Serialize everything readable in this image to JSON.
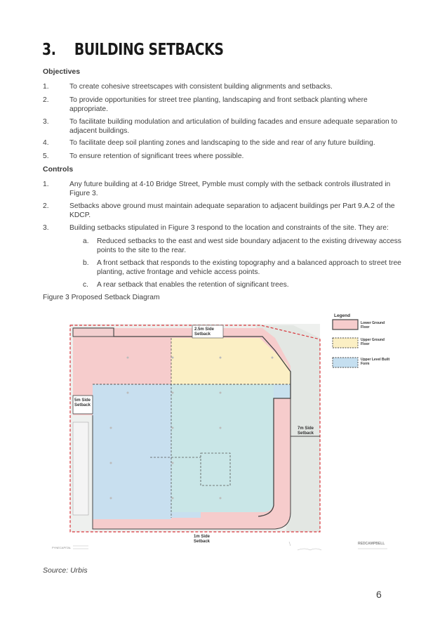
{
  "heading": {
    "number": "3.",
    "title": "BUILDING SETBACKS"
  },
  "objectives": {
    "title": "Objectives",
    "items": [
      {
        "n": "1.",
        "text": "To create cohesive streetscapes with consistent building alignments and setbacks."
      },
      {
        "n": "2.",
        "text": "To provide opportunities for street tree planting, landscaping and front setback planting where appropriate."
      },
      {
        "n": "3.",
        "text": "To facilitate building modulation and articulation of building facades and ensure adequate separation to adjacent buildings."
      },
      {
        "n": "4.",
        "text": "To facilitate deep soil planting zones and landscaping to the side and rear of any future building."
      },
      {
        "n": "5.",
        "text": "To ensure retention of significant trees where possible."
      }
    ]
  },
  "controls": {
    "title": "Controls",
    "items": [
      {
        "n": "1.",
        "text": "Any future building at 4-10 Bridge Street, Pymble must comply with the setback controls illustrated in Figure 3."
      },
      {
        "n": "2.",
        "text": "Setbacks above ground must maintain adequate separation to adjacent buildings per Part 9.A.2 of the KDCP."
      },
      {
        "n": "3.",
        "text": "Building setbacks stipulated in Figure 3 respond to the location and constraints of the site. They are:"
      }
    ],
    "subitems": [
      {
        "n": "a.",
        "text": "Reduced setbacks to the east and west side boundary adjacent to the existing driveway access points to the site to the rear."
      },
      {
        "n": "b.",
        "text": "A front setback that responds to the existing topography and a balanced approach to street tree planting, active frontage and vehicle access points."
      },
      {
        "n": "c.",
        "text": "A rear setback that enables the retention of significant trees."
      }
    ]
  },
  "figure": {
    "caption": "Figure 3 Proposed Setback Diagram",
    "legend_title": "Legend",
    "legend": [
      {
        "label1": "Lower Ground",
        "label2": "Floor",
        "color": "#f7c9c9"
      },
      {
        "label1": "Upper Ground",
        "label2": "Floor",
        "color": "#fbefc2"
      },
      {
        "label1": "Upper Level Built",
        "label2": "Form",
        "color": "#c4e0ee"
      }
    ],
    "labels": {
      "top1": "2.5m Side",
      "top2": "Setback",
      "left1": "5m Side",
      "left2": "Setback",
      "right1": "7m Side",
      "right2": "Setback",
      "bottom1": "1m Side",
      "bottom2": "Setback"
    },
    "footer_left": "PYNECAPITAL",
    "footer_right": "REDCAMPBELL"
  },
  "source": "Source: Urbis",
  "page_number": "6"
}
